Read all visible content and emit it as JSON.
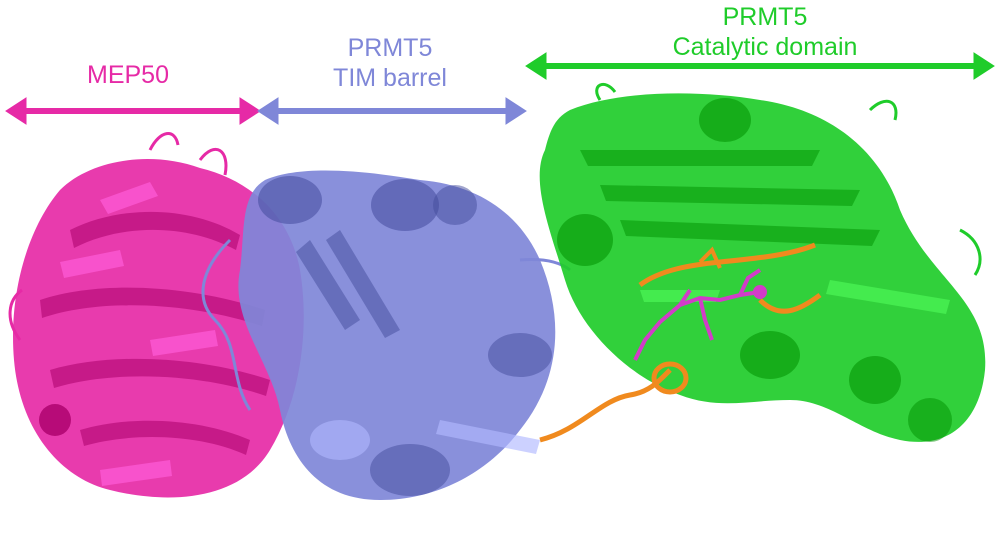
{
  "labels": {
    "mep50": {
      "line1": "MEP50"
    },
    "tim_barrel": {
      "line1": "PRMT5",
      "line2": "TIM barrel"
    },
    "catalytic": {
      "line1": "PRMT5",
      "line2": "Catalytic domain"
    }
  },
  "colors": {
    "mep50": "#e62aa6",
    "tim_barrel": "#7f87d8",
    "catalytic": "#1fcc2a",
    "linker": "#f08a1e",
    "ligand": "#d23cc8"
  }
}
